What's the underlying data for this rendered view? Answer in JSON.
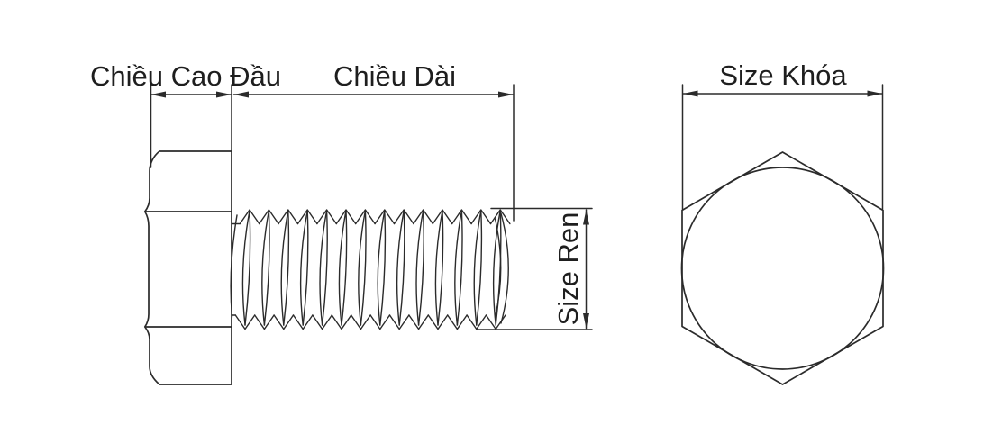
{
  "diagram": {
    "description": "hex-bolt-dimension-drawing",
    "labels": {
      "head_height": "Chiều Cao Đầu",
      "length": "Chiều Dài",
      "thread_size": "Size Ren",
      "wrench_size": "Size Khóa"
    },
    "colors": {
      "line": "#2b2b2b",
      "text": "#1e1e1e",
      "background": "#ffffff"
    }
  }
}
